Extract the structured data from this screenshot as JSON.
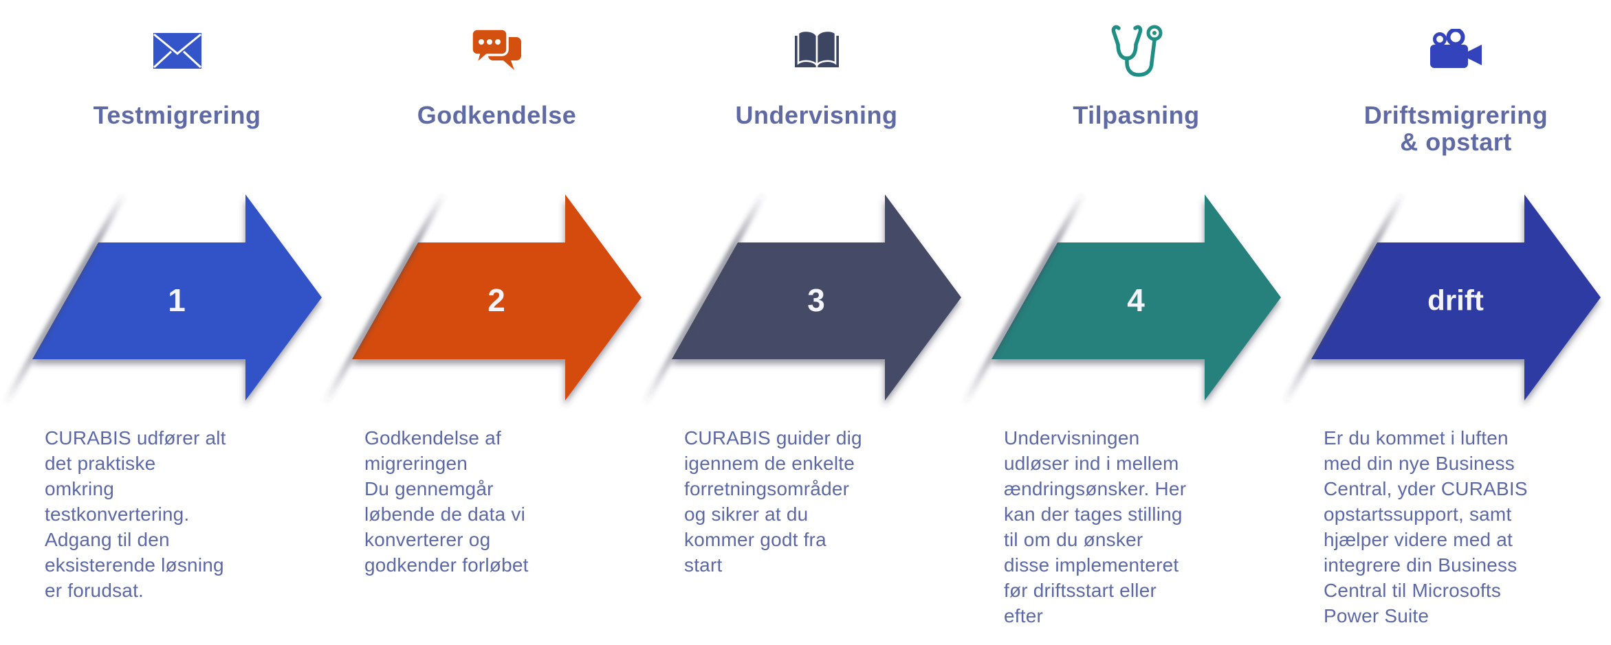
{
  "page": {
    "background": "#FFFFFF",
    "text_color": "#5C68A6",
    "title_color": "#5F6AA5",
    "arrow_label_color": "#F3F5FA"
  },
  "steps": [
    {
      "icon": "envelope",
      "icon_color": "#3355C9",
      "title_lines": [
        "Testmigrering"
      ],
      "arrow_label": "1",
      "arrow_color": "#3053C8",
      "description_lines": [
        "CURABIS udfører alt",
        "det praktiske",
        "omkring",
        "testkonvertering.",
        "Adgang til den",
        "eksisterende løsning",
        "er forudsat."
      ]
    },
    {
      "icon": "speech-bubbles",
      "icon_color": "#D4500F",
      "title_lines": [
        "Godkendelse"
      ],
      "arrow_label": "2",
      "arrow_color": "#D44B0B",
      "description_lines": [
        "Godkendelse af",
        "migreringen",
        "Du gennemgår",
        "løbende de data vi",
        "konverterer og",
        "godkender forløbet"
      ]
    },
    {
      "icon": "open-book",
      "icon_color": "#3C4663",
      "title_lines": [
        "Undervisning"
      ],
      "arrow_label": "3",
      "arrow_color": "#454C66",
      "description_lines": [
        "CURABIS guider dig",
        "igennem de enkelte",
        "forretningsområder",
        "og sikrer at du",
        "kommer godt fra",
        "start"
      ]
    },
    {
      "icon": "stethoscope",
      "icon_color": "#1F8E85",
      "title_lines": [
        "Tilpasning"
      ],
      "arrow_label": "4",
      "arrow_color": "#25807C",
      "description_lines": [
        "Undervisningen",
        "udløser ind i mellem",
        "ændringsønsker. Her",
        "kan der tages stilling",
        "til om du ønsker",
        "disse implementeret",
        "før driftsstart eller",
        "efter"
      ]
    },
    {
      "icon": "video-camera",
      "icon_color": "#3343BB",
      "title_lines": [
        "Driftsmigrering",
        "& opstart"
      ],
      "arrow_label": "drift",
      "arrow_color": "#2E3AA3",
      "description_lines": [
        "Er du kommet i luften",
        "med din nye Business",
        "Central, yder CURABIS",
        "opstartssupport, samt",
        "hjælper videre med at",
        "integrere din Business",
        "Central til Microsofts",
        "Power Suite"
      ]
    }
  ]
}
